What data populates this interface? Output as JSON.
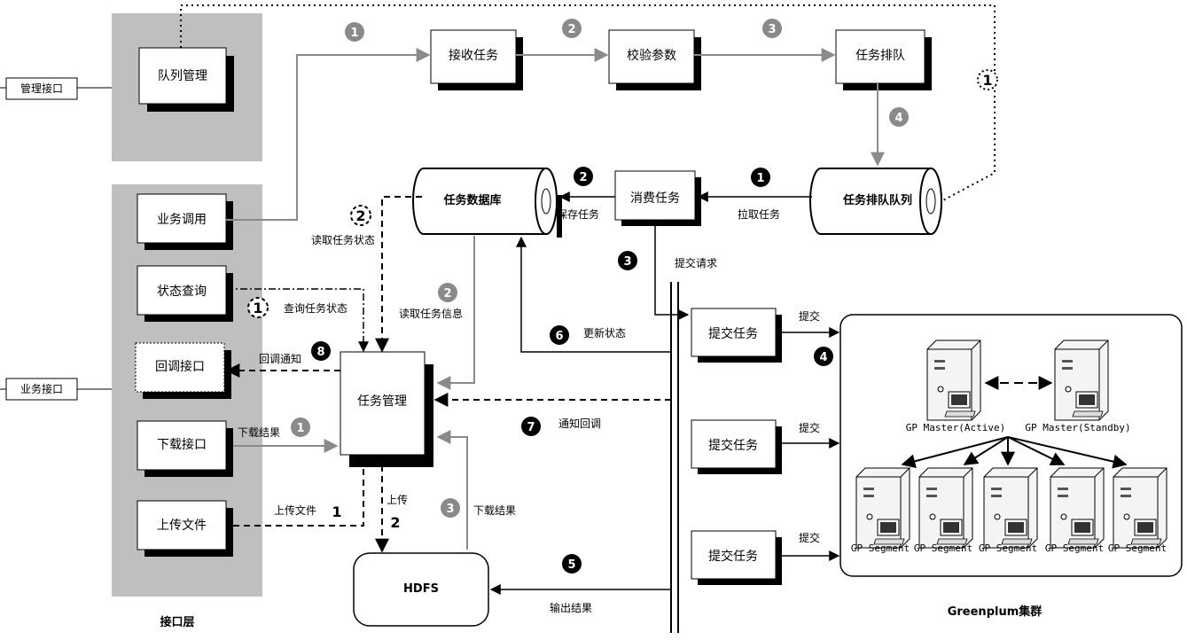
{
  "layers": {
    "interface_layer": "接口层",
    "greenplum_cluster": "Greenplum集群"
  },
  "interfaces": {
    "admin": "管理接口",
    "business": "业务接口"
  },
  "boxes": {
    "queue_manage": "队列管理",
    "business_call": "业务调用",
    "status_query": "状态查询",
    "callback_interface": "回调接口",
    "download_interface": "下载接口",
    "upload_file": "上传文件",
    "receive_task": "接收任务",
    "verify_params": "校验参数",
    "task_enqueue": "任务排队",
    "consume_task": "消费任务",
    "task_manage": "任务管理",
    "submit_task": "提交任务",
    "hdfs": "HDFS"
  },
  "stores": {
    "task_db": "任务数据库",
    "task_queue": "任务排队队列"
  },
  "servers": {
    "master_active": "GP Master(Active)",
    "master_standby": "GP Master(Standby)",
    "segment": "GP Segment"
  },
  "edge_labels": {
    "save_task": "保存任务",
    "pull_task": "拉取任务",
    "submit_request": "提交请求",
    "read_task_status": "读取任务状态",
    "query_task_status": "查询任务状态",
    "read_task_info": "读取任务信息",
    "update_status": "更新状态",
    "callback_notify": "回调通知",
    "notify_callback": "通知回调",
    "download_result": "下载结果",
    "upload_file": "上传文件",
    "upload": "上传",
    "submit": "提交",
    "output_result": "输出结果"
  },
  "step_numbers": {
    "one": "1",
    "two": "2",
    "three": "3",
    "four": "4",
    "five": "5",
    "six": "6",
    "seven": "7",
    "eight": "8"
  }
}
